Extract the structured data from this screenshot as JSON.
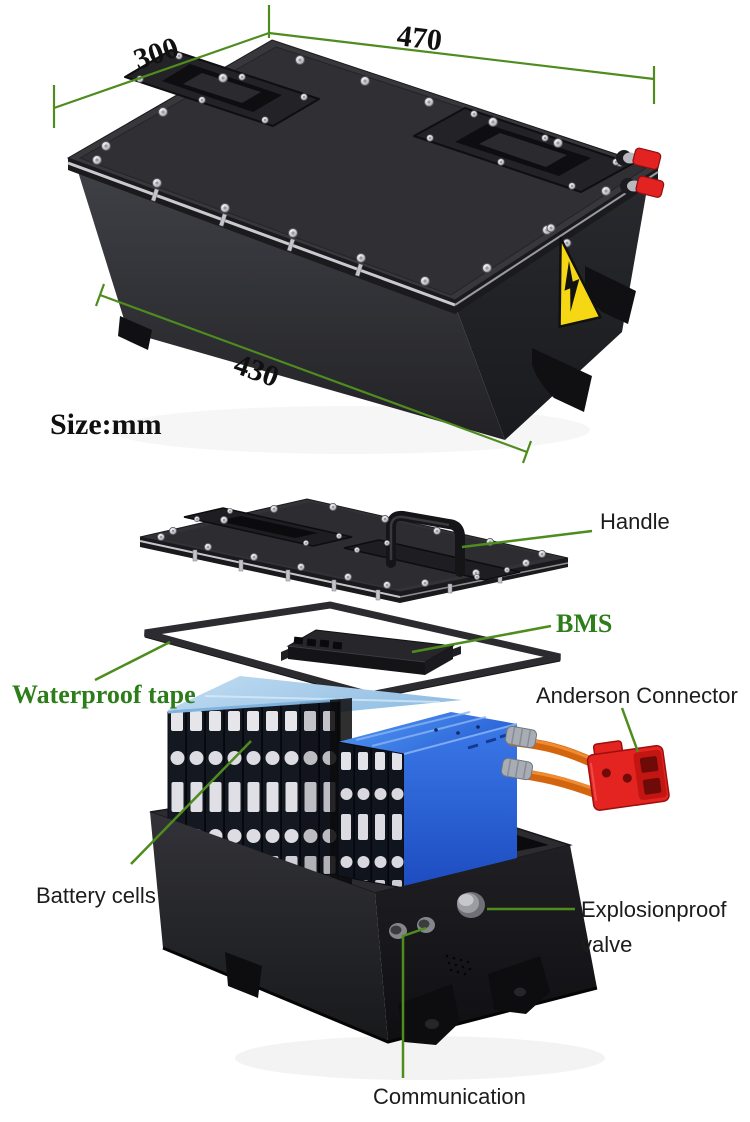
{
  "dimension_annotations": {
    "top_width": "470",
    "top_depth": "300",
    "front_length": "430",
    "unit_note": "Size:mm"
  },
  "labels": {
    "handle": "Handle",
    "bms": "BMS",
    "waterproof_tape": "Waterproof tape",
    "anderson_connector": "Anderson Connector",
    "battery_cells": "Battery cells",
    "explosionproof_valve": [
      "Explosionproof",
      "valve"
    ],
    "communication": "Communication"
  },
  "colors": {
    "background": "#ffffff",
    "dimension_line_green": "#4e8c1e",
    "green_label_text": "#2e7d1b",
    "black_label_text": "#1c1c1c",
    "battery_cell_blue": "#2f6ade",
    "cell_top_light_blue": "#a9cde9",
    "anderson_connector_red": "#e42420",
    "cable_orange": "#d4650f",
    "warning_sticker_yellow": "#f6d713",
    "case_black": "#232327",
    "hardware_silver": "#d8d8dc"
  },
  "icons": {
    "high_voltage_warning": "triangle-lightning-bolt"
  }
}
